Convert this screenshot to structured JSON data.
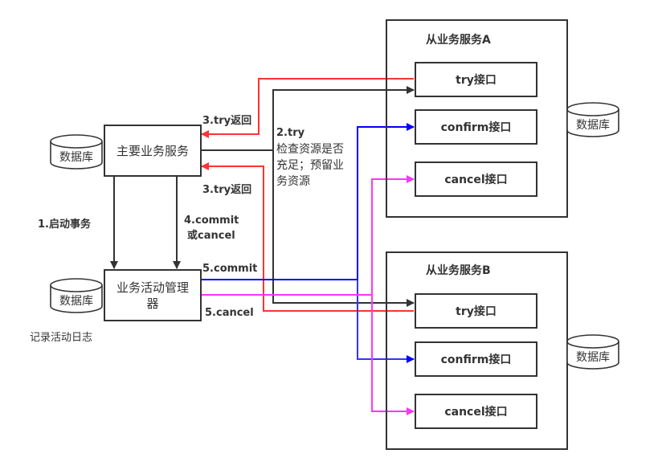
{
  "diagram": {
    "main_service": {
      "label": "主要业务服务",
      "db_label": "数据库"
    },
    "activity_manager": {
      "label": "业务活动管理器",
      "db_label": "数据库",
      "db_note": "记录活动日志"
    },
    "service_a": {
      "title": "从业务服务A",
      "db_label": "数据库",
      "interfaces": [
        "try接口",
        "confirm接口",
        "cancel接口"
      ]
    },
    "service_b": {
      "title": "从业务服务B",
      "db_label": "数据库",
      "interfaces": [
        "try接口",
        "confirm接口",
        "cancel接口"
      ]
    },
    "edge_labels": {
      "start_tx": "1.启动事务",
      "try_call": "2.try\n检查资源是否充足；预留业务资源",
      "try_call_line1": "2.try",
      "try_call_line2": "检查资源是否充足；预留业务资源",
      "try_return_a": "3.try返回",
      "try_return_b": "3.try返回",
      "commit_or_cancel_line1": "4.commit",
      "commit_or_cancel_line2": "或cancel",
      "commit": "5.commit",
      "cancel": "5.cancel"
    },
    "colors": {
      "try_call": "#333333",
      "try_return": "#ff3333",
      "commit": "#0000ff",
      "cancel": "#ff33ff"
    }
  }
}
